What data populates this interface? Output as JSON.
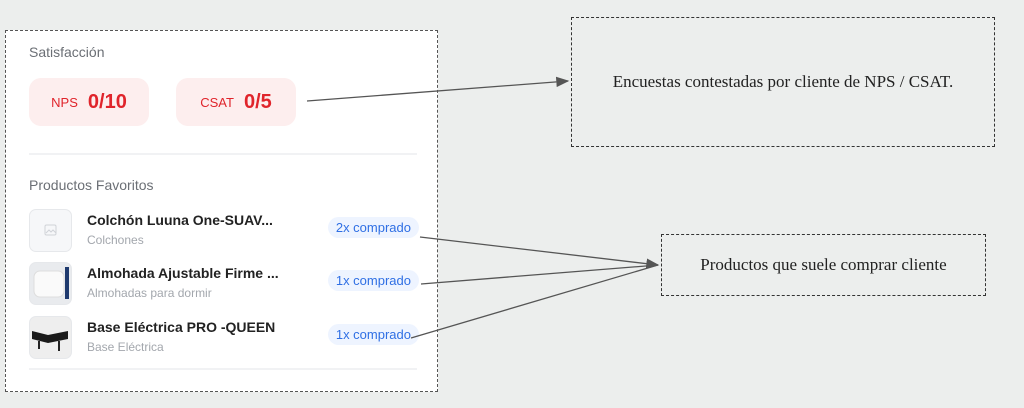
{
  "satisfaction": {
    "title": "Satisfacción",
    "nps": {
      "label": "NPS",
      "value": "0/10"
    },
    "csat": {
      "label": "CSAT",
      "value": "0/5"
    }
  },
  "favorites": {
    "title": "Productos Favoritos",
    "items": [
      {
        "name": "Colchón Luuna One-SUAV...",
        "category": "Colchones",
        "badge": "2x comprado"
      },
      {
        "name": "Almohada Ajustable Firme ...",
        "category": "Almohadas para dormir",
        "badge": "1x comprado"
      },
      {
        "name": "Base Eléctrica PRO -QUEEN",
        "category": "Base Eléctrica",
        "badge": "1x comprado"
      }
    ]
  },
  "annotations": {
    "surveys": "Encuestas contestadas por cliente de NPS / CSAT.",
    "products": "Productos que suele comprar cliente"
  }
}
